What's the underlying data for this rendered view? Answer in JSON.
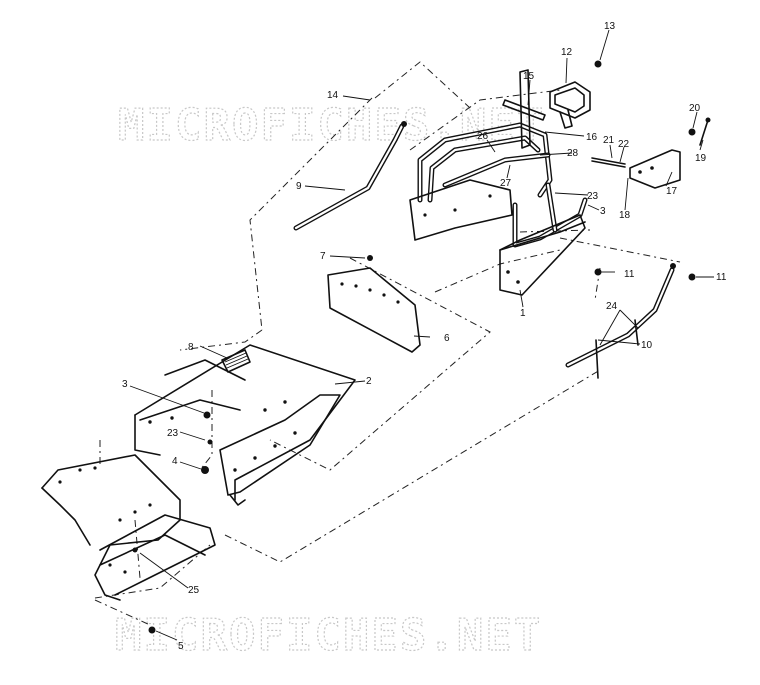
{
  "watermark": {
    "top_text": "MICROFICHES.NET",
    "bottom_text": "MICROFICHES.NET"
  },
  "callouts": [
    {
      "label": "1"
    },
    {
      "label": "2"
    },
    {
      "label": "3"
    },
    {
      "label": "3"
    },
    {
      "label": "4"
    },
    {
      "label": "5"
    },
    {
      "label": "6"
    },
    {
      "label": "7"
    },
    {
      "label": "8"
    },
    {
      "label": "9"
    },
    {
      "label": "10"
    },
    {
      "label": "11"
    },
    {
      "label": "11"
    },
    {
      "label": "12"
    },
    {
      "label": "13"
    },
    {
      "label": "14"
    },
    {
      "label": "15"
    },
    {
      "label": "16"
    },
    {
      "label": "17"
    },
    {
      "label": "18"
    },
    {
      "label": "19"
    },
    {
      "label": "20"
    },
    {
      "label": "21"
    },
    {
      "label": "22"
    },
    {
      "label": "23"
    },
    {
      "label": "23"
    },
    {
      "label": "24"
    },
    {
      "label": "25"
    },
    {
      "label": "26"
    },
    {
      "label": "27"
    },
    {
      "label": "28"
    }
  ]
}
